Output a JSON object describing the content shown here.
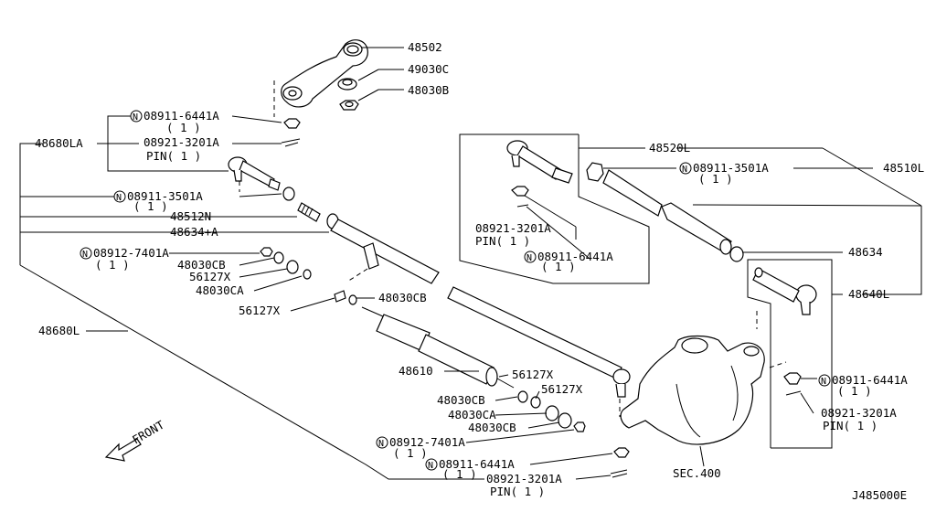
{
  "callouts": {
    "p48502": "48502",
    "p49030C": "49030C",
    "p48030B": "48030B",
    "n089116441_top": "08911-6441A",
    "n089116441_top_qty": "( 1 )",
    "p089213201_top": "08921-3201A",
    "pin_top": "PIN( 1 )",
    "p48680LA": "48680LA",
    "n089113501_left": "08911-3501A",
    "n089113501_left_qty": "( 1 )",
    "p48512N": "48512N",
    "p48634A": "48634+A",
    "n089127401_left": "08912-7401A",
    "n089127401_left_qty": "( 1 )",
    "p48030CB_a": "48030CB",
    "p56127X_a": "56127X",
    "p48030CA_a": "48030CA",
    "p56127X_b": "56127X",
    "p48030CB_b": "48030CB",
    "p48680L": "48680L",
    "p48610": "48610",
    "p56127X_c": "56127X",
    "p48030CB_c": "48030CB",
    "p56127X_d": "56127X",
    "p48030CA_b": "48030CA",
    "p48030CB_d": "48030CB",
    "n089127401_bot": "08912-7401A",
    "n089127401_bot_qty": "( 1 )",
    "n089116441_bot": "08911-6441A",
    "n089116441_bot_qty": "( 1 )",
    "p089213201_bot": "08921-3201A",
    "pin_bot": "PIN( 1 )",
    "p48520L": "48520L",
    "n089113501_right": "08911-3501A",
    "n089113501_right_qty": "( 1 )",
    "p48510L": "48510L",
    "p089213201_box": "08921-3201A",
    "pin_box": "PIN( 1 )",
    "n089116441_box": "08911-6441A",
    "n089116441_box_qty": "( 1 )",
    "p48634": "48634",
    "p48640L": "48640L",
    "n089116441_right": "08911-6441A",
    "n089116441_right_qty": "( 1 )",
    "p089213201_right": "08921-3201A",
    "pin_right": "PIN( 1 )",
    "sec400": "SEC.400",
    "front": "FRONT",
    "drawing_no": "J485000E"
  },
  "symbols": {
    "circled_n": "N",
    "front_arrow": "front-arrow-icon"
  }
}
